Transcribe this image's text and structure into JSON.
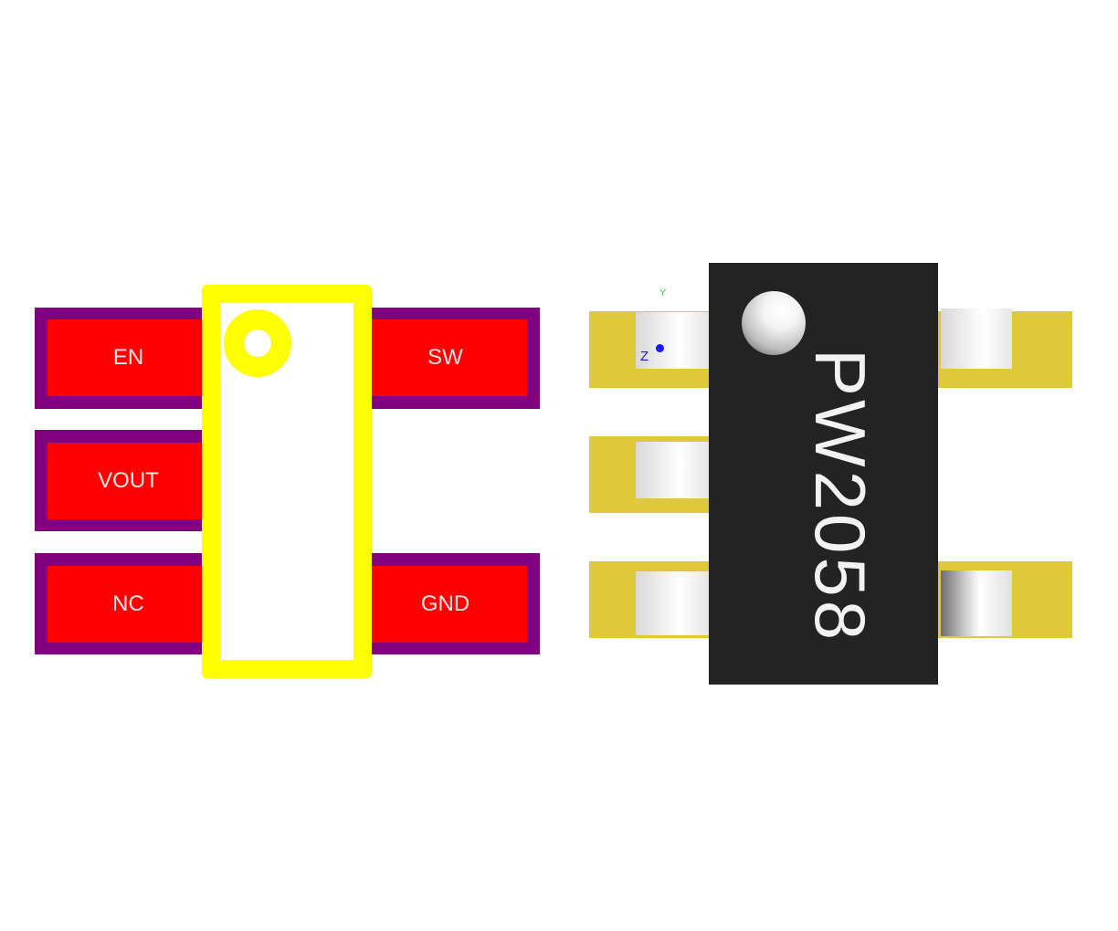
{
  "footprint": {
    "pads": [
      {
        "id": "pad-en",
        "label": "EN"
      },
      {
        "id": "pad-sw",
        "label": "SW"
      },
      {
        "id": "pad-vout",
        "label": "VOUT"
      },
      {
        "id": "pad-nc",
        "label": "NC"
      },
      {
        "id": "pad-gnd",
        "label": "GND"
      }
    ],
    "colors": {
      "pad_mask": "#800080",
      "pad_copper": "#ff0000",
      "silkscreen": "#ffff00"
    }
  },
  "model_3d": {
    "part_marking": "PW2058",
    "axis_labels": {
      "y": "Y",
      "z": "Z"
    },
    "colors": {
      "body": "#232323",
      "pads": "#dfc83a",
      "leads": "#e8e8e8"
    }
  }
}
